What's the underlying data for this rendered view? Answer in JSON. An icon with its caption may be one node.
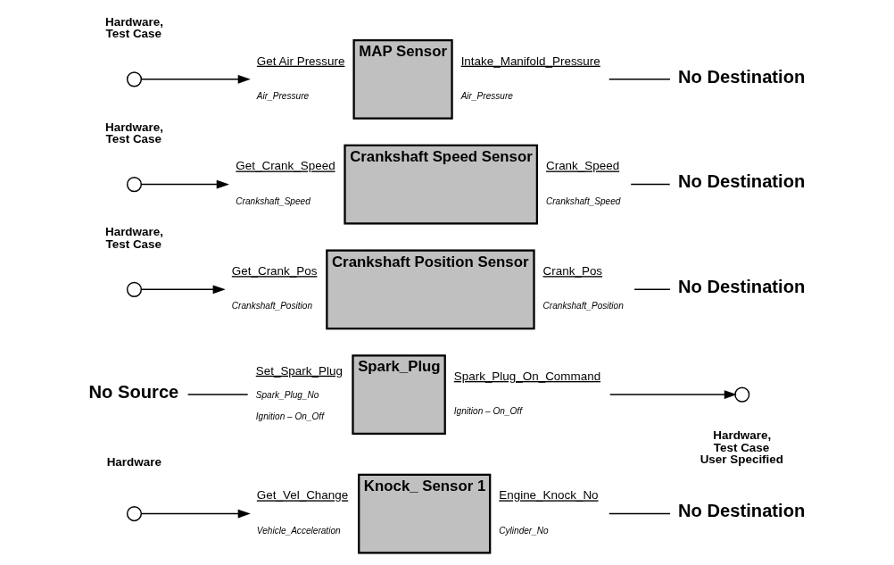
{
  "diagram": {
    "nodes": [
      {
        "text": [],
        "shape": "circle",
        "beside": [
          "Hardware"
        ]
      },
      {
        "text": [
          "Knock_ Sensor 1"
        ],
        "beside": [
          "Get_Vel_Change",
          "Vehicle_Acceleration",
          "Engine_Knock_No",
          "Cylinder_No"
        ]
      },
      {
        "text": [
          "No Destination"
        ]
      },
      {
        "text": [
          "No Source"
        ]
      },
      {
        "text": [
          "Spark_Plug"
        ],
        "beside": [
          "Set_Spark_Plug",
          "Spark_Plug_No",
          "Ignition – On_Off",
          "Spark_Plug_On_Command",
          "Ignition – On_Off"
        ]
      },
      {
        "text": [],
        "shape": "circle",
        "beside": [
          "Hardware, Test Case User Specified"
        ]
      },
      {
        "text": [],
        "shape": "circle",
        "beside": [
          "Hardware, Test Case"
        ]
      },
      {
        "text": [
          "Crankshaft Position Sensor"
        ],
        "beside": [
          "Get_Crank_Pos",
          "Crankshaft_Position",
          "Crank_Pos",
          "Crankshaft_Position"
        ]
      },
      {
        "text": [
          "No Destination"
        ]
      },
      {
        "text": [],
        "shape": "circle",
        "beside": [
          "Hardware, Test Case"
        ]
      },
      {
        "text": [
          "Crankshaft Speed Sensor"
        ],
        "beside": [
          "Get_Crank_Speed",
          "Crankshaft_Speed",
          "Crank_Speed",
          "Crankshaft_Speed"
        ]
      },
      {
        "text": [
          "No Destination"
        ]
      },
      {
        "text": [],
        "shape": "circle",
        "beside": [
          "Hardware, Test Case"
        ]
      },
      {
        "text": [
          "MAP Sensor"
        ],
        "beside": [
          "Get Air Pressure",
          "Air_Pressure",
          "Intake_Manifold_Pressure",
          "Air_Pressure"
        ]
      },
      {
        "text": [
          "No Destination"
        ]
      }
    ],
    "edges": [
      {
        "from": 0,
        "to": 1,
        "arrow": "to"
      },
      {
        "from": 1,
        "to": 2,
        "arrow": "none"
      },
      {
        "from": 3,
        "to": 4,
        "arrow": "none"
      },
      {
        "from": 4,
        "to": 5,
        "arrow": "to"
      },
      {
        "from": 6,
        "to": 7,
        "arrow": "to"
      },
      {
        "from": 7,
        "to": 8,
        "arrow": "none"
      },
      {
        "from": 9,
        "to": 10,
        "arrow": "to"
      },
      {
        "from": 10,
        "to": 11,
        "arrow": "none"
      },
      {
        "from": 12,
        "to": 13,
        "arrow": "to"
      },
      {
        "from": 13,
        "to": 14,
        "arrow": "none"
      }
    ]
  }
}
